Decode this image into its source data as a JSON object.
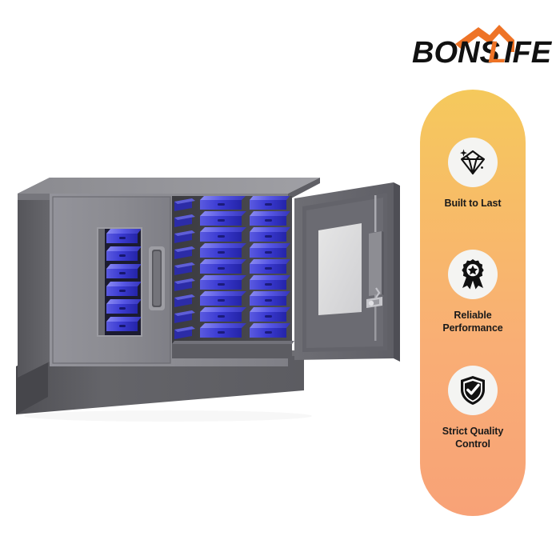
{
  "background_color": "#ffffff",
  "brand": {
    "name_part_1": "BONS",
    "name_part_2": "L",
    "name_part_3": "IFE",
    "full_name": "BONSLIFE",
    "text_color": "#111111",
    "accent_color": "#ee7326",
    "roof_icon": "house-roof-icon"
  },
  "feature_panel": {
    "shape": "rounded-pill",
    "gradient_top_color": "#f5c95c",
    "gradient_bottom_color": "#f8a277",
    "icon_circle_color": "#f4f4f2",
    "icon_color": "#111111",
    "label_color": "#1a1a1a",
    "items": [
      {
        "icon": "diamond-icon",
        "label": "Built to Last"
      },
      {
        "icon": "award-ribbon-icon",
        "label": "Reliable\nPerformance"
      },
      {
        "icon": "shield-check-icon",
        "label": "Strict Quality\nControl"
      }
    ]
  },
  "product": {
    "name": "metal-storage-cabinet",
    "body_color": "#6e6e73",
    "front_color": "#8a8a8e",
    "side_color": "#5d5d61",
    "top_color": "#8f8f93",
    "base_color": "#56565a",
    "bin_color": "#3a3ad8",
    "bin_highlight_color": "#6f6fe8",
    "bin_shadow_color": "#0d0d3a",
    "window_glass_color": "#dcdcdc",
    "handle_color": "#9a9a9e",
    "lock_color": "#8f8f94",
    "key_color": "#c9c9ce",
    "interior_color": "#4a4a4e",
    "left_door_state": "closed",
    "right_door_state": "open",
    "bin_columns_open": 3,
    "bins_per_column_open": 9,
    "bins_visible_window": 6,
    "parts": [
      "cabinet-top",
      "cabinet-left-side",
      "closed-left-door",
      "door-window",
      "recessed-handle",
      "open-interior",
      "blue-storage-bins",
      "open-right-door",
      "door-frosted-panel",
      "door-lock-mechanism",
      "lock-key",
      "base-plinth"
    ]
  }
}
